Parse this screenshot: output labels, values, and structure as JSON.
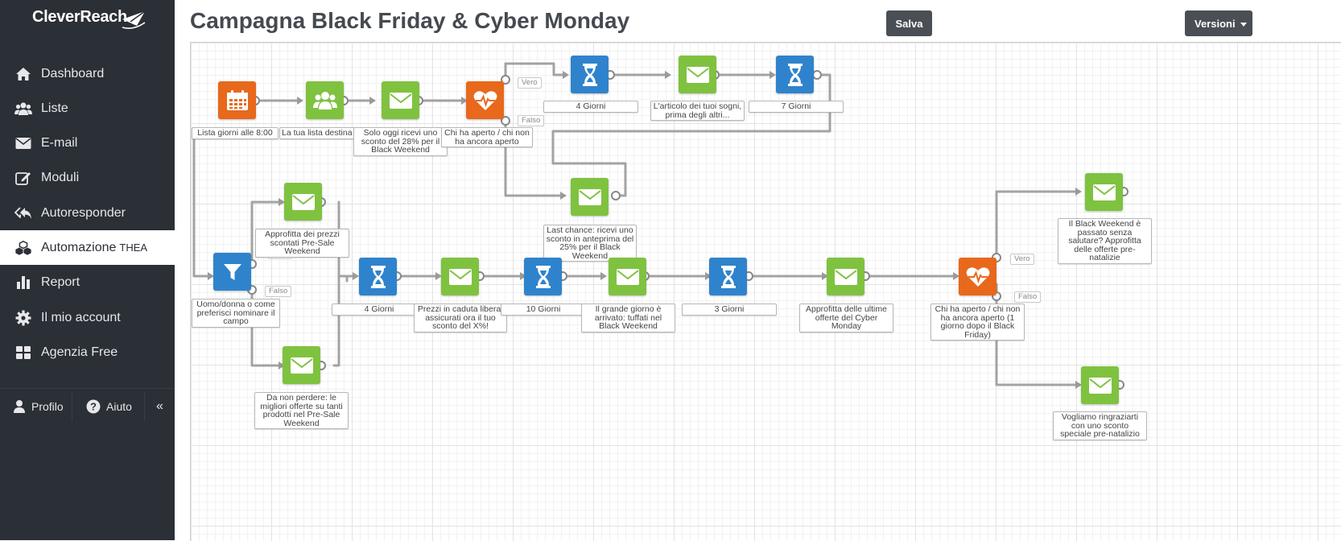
{
  "app": {
    "brand": "CleverReach"
  },
  "sidebar": {
    "items": [
      {
        "label": "Dashboard",
        "icon": "home-icon"
      },
      {
        "label": "Liste",
        "icon": "users-icon"
      },
      {
        "label": "E-mail",
        "icon": "envelope-icon"
      },
      {
        "label": "Moduli",
        "icon": "edit-icon"
      },
      {
        "label": "Autoresponder",
        "icon": "reply-icon"
      },
      {
        "label": "Automazione",
        "suffix": "THEA",
        "icon": "cubes-icon",
        "active": true
      },
      {
        "label": "Report",
        "icon": "bar-chart-icon"
      },
      {
        "label": "Il mio account",
        "icon": "gear-icon"
      },
      {
        "label": "Agenzia Free",
        "icon": "grid-icon"
      }
    ],
    "footer": {
      "profile": "Profilo",
      "help": "Aiuto",
      "collapse": "«"
    }
  },
  "header": {
    "title": "Campagna Black Friday & Cyber Monday",
    "save": "Salva",
    "versions": "Versioni"
  },
  "colors": {
    "sidebar_bg": "#2b2f36",
    "email_node": "#7fc240",
    "condition_node": "#e8681c",
    "wait_node": "#2f83cc"
  },
  "flow": {
    "nodes": [
      {
        "type": "start",
        "label": "Lista giorni alle 8:00",
        "icon": "calendar-icon"
      },
      {
        "type": "list",
        "label": "La tua lista destina",
        "icon": "users-icon"
      },
      {
        "type": "email",
        "label": "Solo oggi ricevi uno sconto del 28% per il Black Weekend",
        "icon": "envelope-icon"
      },
      {
        "type": "condition",
        "label": "Chi ha aperto / chi non ha ancora aperto",
        "icon": "heartbeat-icon"
      },
      {
        "type": "wait",
        "label": "4 Giorni",
        "icon": "hourglass-icon"
      },
      {
        "type": "email",
        "label": "L'articolo dei tuoi sogni, prima degli altri...",
        "icon": "envelope-icon"
      },
      {
        "type": "wait",
        "label": "7 Giorni",
        "icon": "hourglass-icon"
      },
      {
        "type": "email",
        "label": "Last chance: ricevi uno sconto in anteprima del 25% per il Black Weekend",
        "icon": "envelope-icon"
      },
      {
        "type": "filter",
        "label": "Uomo/donna o come preferisci nominare il campo",
        "icon": "filter-icon"
      },
      {
        "type": "email",
        "label": "Approfitta dei prezzi scontati Pre-Sale Weekend",
        "icon": "envelope-icon"
      },
      {
        "type": "email",
        "label": "Da non perdere: le migliori offerte su tanti prodotti nel Pre-Sale Weekend",
        "icon": "envelope-icon"
      },
      {
        "type": "wait",
        "label": "4 Giorni",
        "icon": "hourglass-icon"
      },
      {
        "type": "email",
        "label": "Prezzi in caduta libera: assicurati ora il tuo sconto del X%!",
        "icon": "envelope-icon"
      },
      {
        "type": "wait",
        "label": "10 Giorni",
        "icon": "hourglass-icon"
      },
      {
        "type": "email",
        "label": "Il grande giorno è arrivato: tuffati nel Black Weekend",
        "icon": "envelope-icon"
      },
      {
        "type": "wait",
        "label": "3 Giorni",
        "icon": "hourglass-icon"
      },
      {
        "type": "email",
        "label": "Approfitta delle ultime offerte del Cyber Monday",
        "icon": "envelope-icon"
      },
      {
        "type": "condition",
        "label": "Chi ha aperto / chi non ha ancora aperto (1 giorno dopo il Black Friday)",
        "icon": "heartbeat-icon"
      },
      {
        "type": "email",
        "label": "Il Black Weekend è passato senza salutare? Approfitta delle offerte pre-natalizie",
        "icon": "envelope-icon"
      },
      {
        "type": "email",
        "label": "Vogliamo ringraziarti con uno sconto speciale pre-natalizio",
        "icon": "envelope-icon"
      }
    ],
    "branch_labels": {
      "yes": "Vero",
      "no": "Falso"
    }
  }
}
